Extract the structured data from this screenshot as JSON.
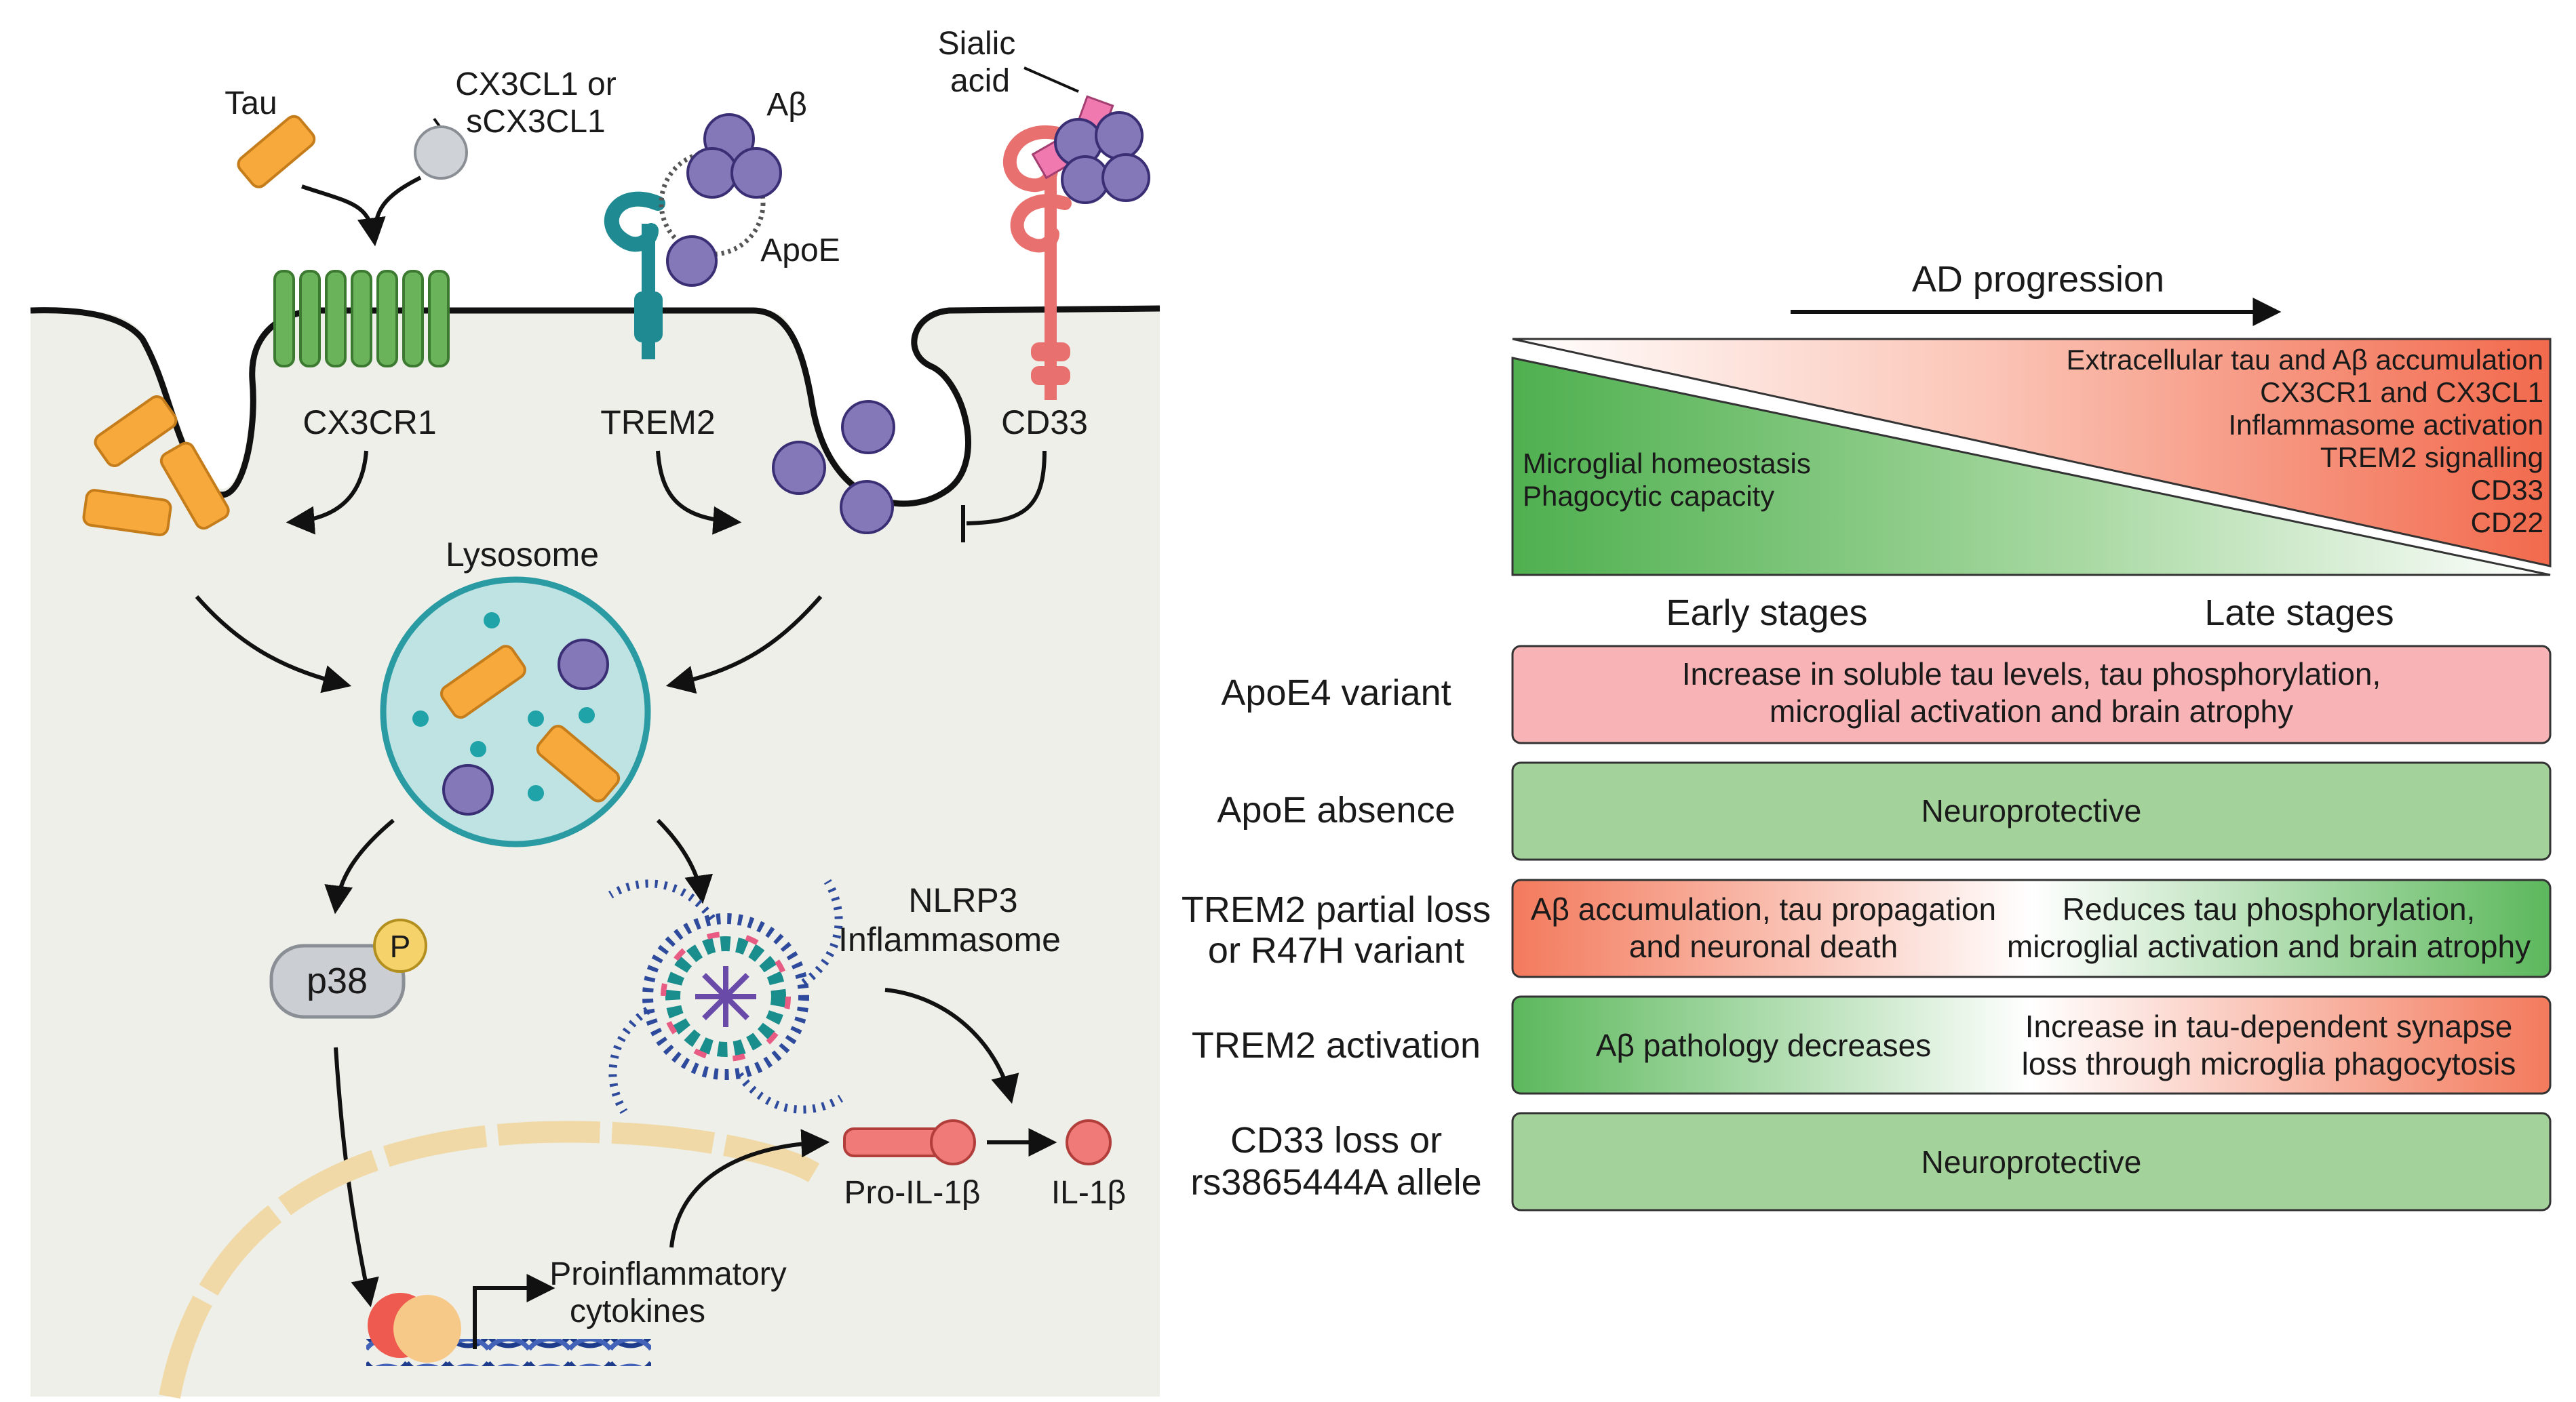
{
  "left_panel": {
    "ligands": {
      "tau": "Tau",
      "cx3cl1_line1": "CX3CL1 or",
      "cx3cl1_line2": "sCX3CL1",
      "abeta": "Aβ",
      "apoe": "ApoE",
      "sialic_line1": "Sialic",
      "sialic_line2": "acid"
    },
    "receptors": {
      "cx3cr1": "CX3CR1",
      "trem2": "TREM2",
      "cd33": "CD33"
    },
    "lysosome": "Lysosome",
    "p38": "p38",
    "phospho": "P",
    "nlrp3_line1": "NLRP3",
    "nlrp3_line2": "Inflammasome",
    "pro_il1b": "Pro-IL-1β",
    "il1b": "IL-1β",
    "cytokines_line1": "Proinflammatory",
    "cytokines_line2": "cytokines"
  },
  "right_panel": {
    "progression_label": "AD progression",
    "decreasing_effects": [
      "Microglial homeostasis",
      "Phagocytic capacity"
    ],
    "increasing_effects": [
      "Extracellular tau and Aβ accumulation",
      "CX3CR1 and CX3CL1",
      "Inflammasome activation",
      "TREM2 signalling",
      "CD33",
      "CD22"
    ],
    "stage_labels": {
      "early": "Early stages",
      "late": "Late stages"
    },
    "rows": [
      {
        "label_lines": [
          "ApoE4 variant"
        ],
        "box": "pink",
        "text_lines": [
          "Increase in soluble tau levels, tau phosphorylation,",
          "microglial activation and brain atrophy"
        ]
      },
      {
        "label_lines": [
          "ApoE absence"
        ],
        "box": "green",
        "text_lines": [
          "Neuroprotective"
        ]
      },
      {
        "label_lines": [
          "TREM2 partial loss",
          "or R47H variant"
        ],
        "box": "orange-to-green",
        "early_lines": [
          "Aβ accumulation, tau propagation",
          "and neuronal death"
        ],
        "late_lines": [
          "Reduces tau phosphorylation,",
          "microglial activation and brain atrophy"
        ]
      },
      {
        "label_lines": [
          "TREM2 activation"
        ],
        "box": "green-to-orange",
        "early_lines": [
          "Aβ pathology decreases"
        ],
        "late_lines": [
          "Increase in tau-dependent synapse",
          "loss through microglia phagocytosis"
        ]
      },
      {
        "label_lines": [
          "CD33 loss or",
          "rs3865444A allele"
        ],
        "box": "green",
        "text_lines": [
          "Neuroprotective"
        ]
      }
    ]
  },
  "colors": {
    "green": "#5fb85f",
    "light_green": "#a3d39a",
    "orange": "#f26c4f",
    "pink": "#f7b3b5",
    "tau": "#f7a93b",
    "abeta": "#8578b8",
    "trem2": "#1f8a92",
    "cd33": "#e8716f",
    "cx3cr1": "#6bb35a",
    "cytoplasm": "#eef0e9",
    "nucleus": "#f0d9a6"
  }
}
